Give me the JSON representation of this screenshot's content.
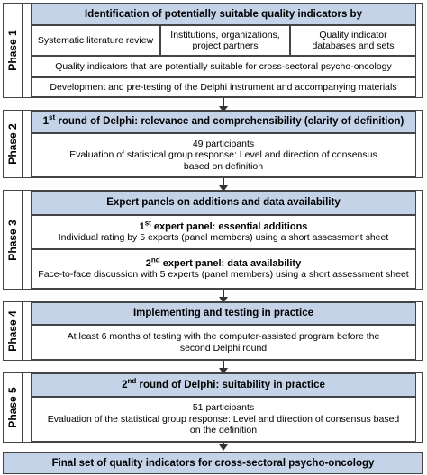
{
  "phases": [
    {
      "label": "Phase 1",
      "header": "Identification of potentially suitable quality indicators by",
      "sources": [
        "Systematic literature review",
        "Institutions, organizations, project partners",
        "Quality indicator databases and sets"
      ],
      "row2": "Quality indicators that are potentially suitable for cross-sectoral psycho-oncology",
      "row3": "Development and pre-testing of the Delphi instrument and accompanying materials"
    },
    {
      "label": "Phase 2",
      "header_sup": "st",
      "header_pre": "1",
      "header_post": " round of Delphi: relevance and comprehensibility (clarity of definition)",
      "line1": "49 participants",
      "line2": "Evaluation of statistical group response: Level and direction of consensus based on definition"
    },
    {
      "label": "Phase 3",
      "header": "Expert panels on additions and data availability",
      "panel1_pre": "1",
      "panel1_sup": "st",
      "panel1_post": " expert panel: essential additions",
      "panel1_desc": "Individual rating by 5 experts (panel members) using a short assessment sheet",
      "panel2_pre": "2",
      "panel2_sup": "nd",
      "panel2_post": " expert panel: data availability",
      "panel2_desc": "Face-to-face discussion with 5 experts (panel members) using a short assessment sheet"
    },
    {
      "label": "Phase 4",
      "header": "Implementing and testing in practice",
      "line1": "At least 6 months of testing with the computer-assisted program before the second Delphi round"
    },
    {
      "label": "Phase 5",
      "header_pre": "2",
      "header_sup": "nd",
      "header_post": " round of Delphi: suitability in practice",
      "line1": "51 participants",
      "line2": "Evaluation of the statistical group response: Level and direction of consensus based on the definition"
    }
  ],
  "final": "Final set of quality indicators for cross-sectoral psycho-oncology",
  "colors": {
    "header_fill": "#c5d3e8",
    "border": "#444444"
  }
}
